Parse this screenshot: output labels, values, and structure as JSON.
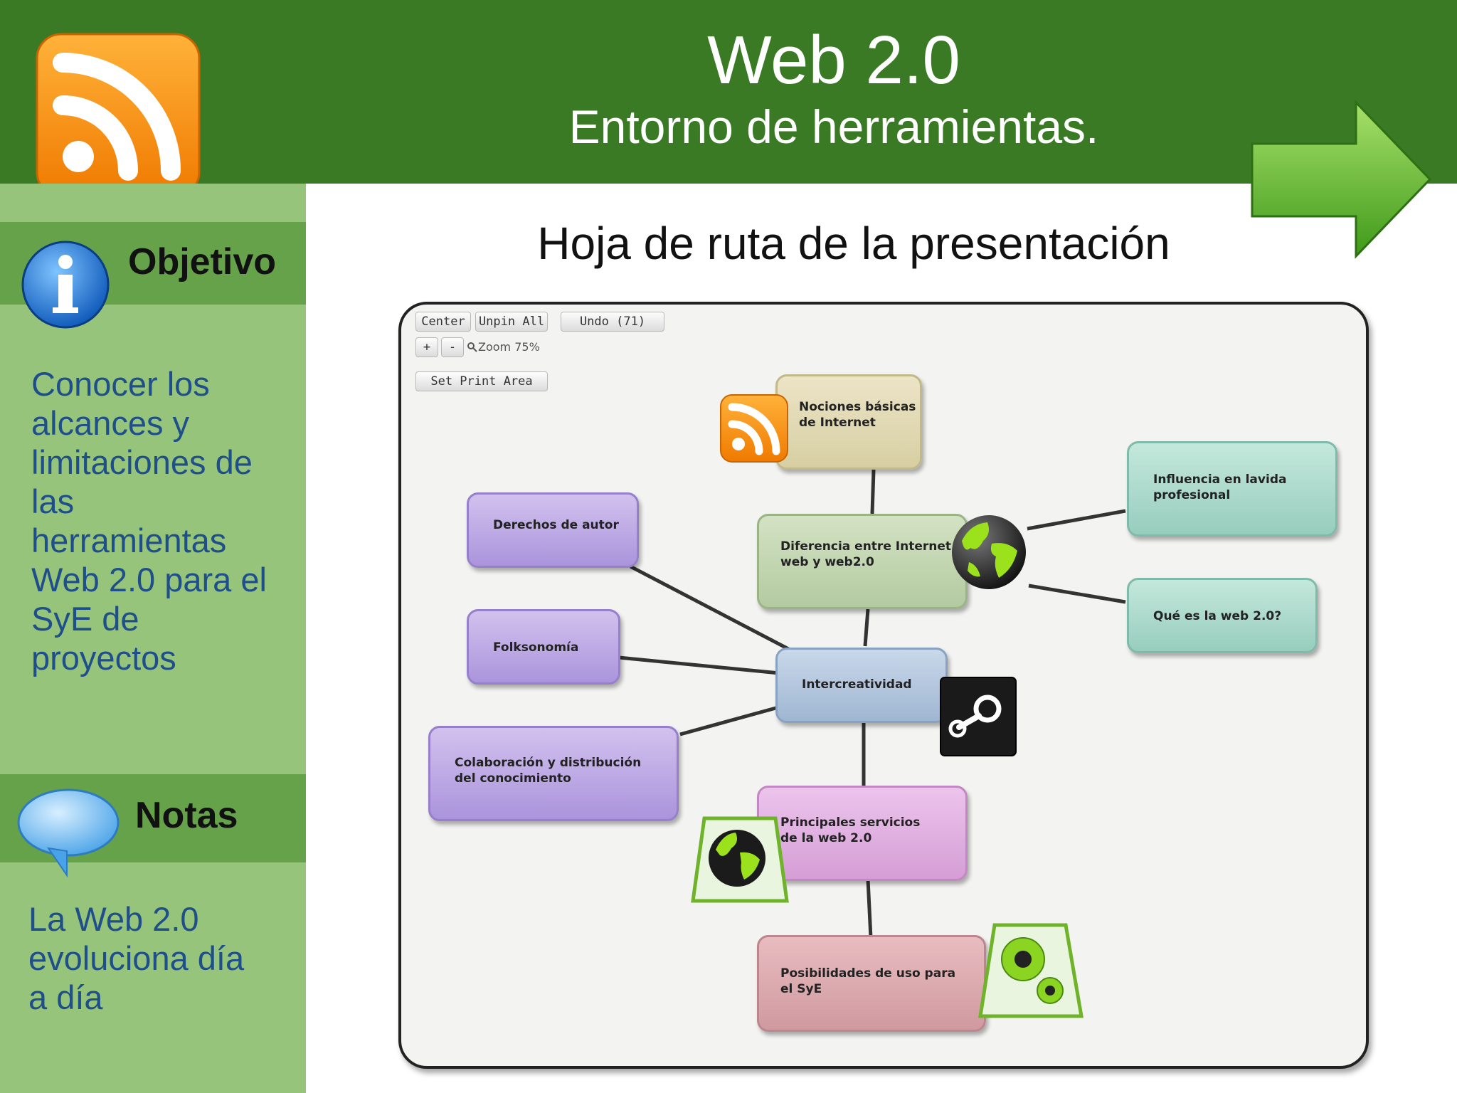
{
  "header": {
    "title": "Web 2.0",
    "subtitle": "Entorno de herramientas."
  },
  "section_title": "Hoja de ruta de la presentación",
  "sidebar": {
    "objective_heading": "Objetivo",
    "objective_text": "Conocer los\nalcances y\nlimitaciones de\nlas\nherramientas\nWeb 2.0 para el\nSyE de\nproyectos",
    "notes_heading": "Notas",
    "notes_text": "La Web 2.0\nevoluciona día\na día"
  },
  "toolbar": {
    "center": "Center",
    "unpin_all": "Unpin All",
    "undo": "Undo (71)",
    "zoom_in": "+",
    "zoom_out": "-",
    "zoom": "Zoom 75%",
    "print_area": "Set Print Area"
  },
  "nodes": {
    "nociones": "Nociones básicas\nde Internet",
    "diferencia": "Diferencia entre Internet\nweb y web2.0",
    "influencia": "Influencia en lavida\nprofesional",
    "que_es": "Qué es la web 2.0?",
    "derechos": "Derechos de autor",
    "folksonomia": "Folksonomía",
    "intercreatividad": "Intercreatividad",
    "colaboracion": "Colaboración y distribución\ndel conocimiento",
    "principales": "Principales servicios\nde la web 2.0",
    "posibilidades": "Posibilidades de uso para\nel SyE"
  },
  "colors": {
    "header_green": "#3a7a24",
    "sidebar_green": "#97c47b",
    "band_green": "#66a24a",
    "text_blue": "#1f4f8a"
  },
  "icons": [
    "rss-icon",
    "arrow-right-icon",
    "info-icon",
    "speech-bubble-icon",
    "globe-icon",
    "steam-icon",
    "gears-icon"
  ]
}
